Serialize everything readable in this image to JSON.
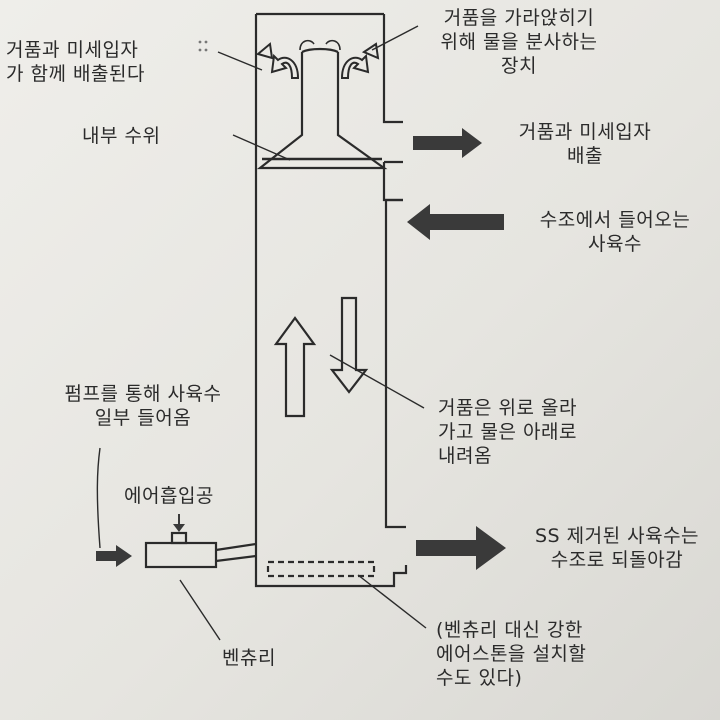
{
  "labels": {
    "foam_particles_out_top": "거품과 미세입자\n가 함께 배출된다",
    "spray_device": "거품을 가라앉히기\n위해 물을 분사하는\n장치",
    "inner_water_level": "내부 수위",
    "foam_particles_outlet": "거품과 미세입자\n배출",
    "water_in_from_tank": "수조에서 들어오는\n사육수",
    "pump_inlet": "펌프를 통해 사육수\n일부 들어옴",
    "air_intake": "에어흡입공",
    "foam_up_water_down": "거품은 위로 올라\n가고 물은 아래로\n내려옴",
    "ss_removed_return": "SS 제거된 사육수는\n수조로 되돌아감",
    "venturi": "벤츄리",
    "airstone_note": "(벤츄리 대신 강한\n에어스톤을 설치할\n수도 있다)"
  },
  "colors": {
    "line": "#2b2b2b",
    "arrow_fill": "#3a3a3a"
  }
}
